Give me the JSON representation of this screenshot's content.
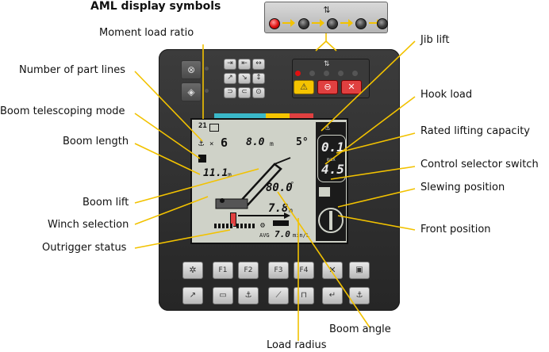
{
  "heading": "AML display symbols",
  "labels": {
    "moment_load_ratio": "Moment load ratio",
    "number_of_part_lines": "Number of part lines",
    "boom_telescoping_mode": "Boom telescoping mode",
    "boom_length": "Boom length",
    "boom_lift": "Boom lift",
    "winch_selection": "Winch selection",
    "outrigger_status": "Outrigger status",
    "jib_lift": "Jib lift",
    "hook_load": "Hook load",
    "rated_lifting_capacity": "Rated lifting capacity",
    "control_selector_switch": "Control selector switch",
    "slewing_position": "Slewing position",
    "front_position": "Front position",
    "boom_angle": "Boom angle",
    "load_radius": "Load radius"
  },
  "screen": {
    "moment_ratio": "21",
    "part_lines": "6",
    "length_top": "8.0",
    "length_top_unit": "m",
    "angle_top": "5°",
    "boom_length": "11.1",
    "boom_length_unit": "m",
    "boom_angle": "80.0",
    "boom_angle_unit": "°",
    "load_radius": "7.8",
    "load_radius_unit": "m",
    "speed_label": "AVG",
    "speed": "7.0",
    "speed_unit": "min/L",
    "hook_load": "0.1",
    "rated_capacity": "4.5",
    "max_label": "max"
  },
  "buttons": {
    "f1": "F1",
    "f2": "F2",
    "f3": "F3",
    "f4": "F4",
    "x": "✕"
  },
  "colors": {
    "leader": "#f2c200",
    "lamp_red": "#e01010",
    "lcd": "#cfd2c8",
    "device": "#2f2f2f",
    "warn_yellow": "#f5c400",
    "warn_red": "#e04040"
  }
}
